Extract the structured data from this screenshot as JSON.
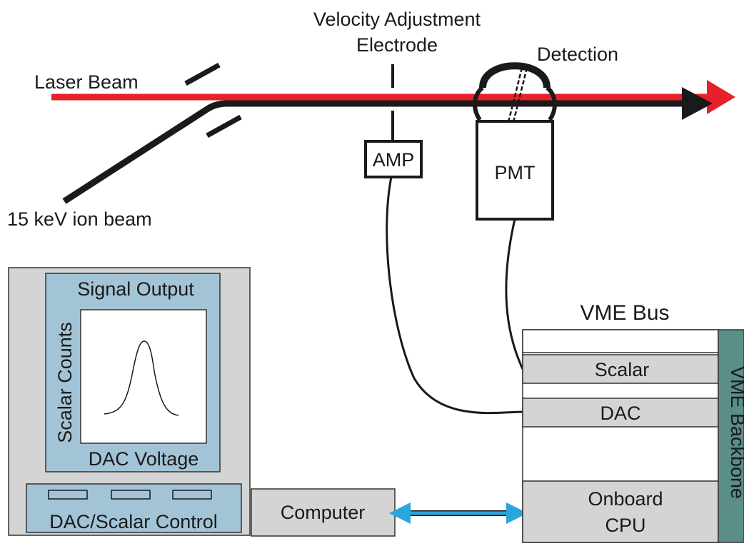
{
  "colors": {
    "laser": "#e8202a",
    "ion_beam": "#1a1a1a",
    "panel_gray": "#d4d4d4",
    "screen_blue": "#a3c4d6",
    "backbone_teal": "#5a8e86",
    "link_blue": "#29a6dc"
  },
  "labels": {
    "laser_beam": "Laser Beam",
    "ion_beam": "15 keV ion beam",
    "velocity_line1": "Velocity Adjustment",
    "velocity_line2": "Electrode",
    "detection": "Detection",
    "amp": "AMP",
    "pmt": "PMT"
  },
  "display": {
    "signal_output": "Signal Output",
    "y_axis": "Scalar Counts",
    "x_axis": "DAC Voltage",
    "control_panel": "DAC/Scalar Control",
    "control_buttons": 3
  },
  "computer": {
    "label": "Computer"
  },
  "vme": {
    "title": "VME Bus",
    "backbone": "VME Backbone",
    "modules": {
      "scalar": "Scalar",
      "dac": "DAC",
      "cpu_line1": "Onboard",
      "cpu_line2": "CPU"
    }
  }
}
